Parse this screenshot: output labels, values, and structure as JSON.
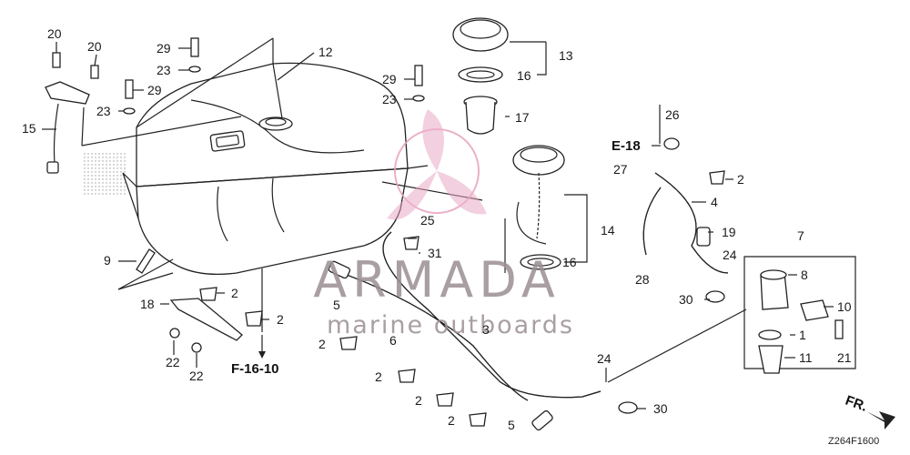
{
  "diagram": {
    "code": "Z264F1600",
    "refs": {
      "e18": "E-18",
      "f1610": "F-16-10",
      "fr": "FR."
    },
    "watermark": {
      "title": "ARMADA",
      "subtitle": "marine outboards",
      "color": "#e8a3c0"
    },
    "callouts": [
      {
        "id": "c20a",
        "label": "20"
      },
      {
        "id": "c20b",
        "label": "20"
      },
      {
        "id": "c29a",
        "label": "29"
      },
      {
        "id": "c23a",
        "label": "23"
      },
      {
        "id": "c12",
        "label": "12"
      },
      {
        "id": "c29b",
        "label": "29"
      },
      {
        "id": "c23b",
        "label": "23"
      },
      {
        "id": "c29c",
        "label": "29"
      },
      {
        "id": "c23c",
        "label": "23"
      },
      {
        "id": "c15",
        "label": "15"
      },
      {
        "id": "c13",
        "label": "13"
      },
      {
        "id": "c16a",
        "label": "16"
      },
      {
        "id": "c17",
        "label": "17"
      },
      {
        "id": "c26",
        "label": "26"
      },
      {
        "id": "c27",
        "label": "27"
      },
      {
        "id": "c2a",
        "label": "2"
      },
      {
        "id": "c4",
        "label": "4"
      },
      {
        "id": "c14",
        "label": "14"
      },
      {
        "id": "c19",
        "label": "19"
      },
      {
        "id": "c7",
        "label": "7"
      },
      {
        "id": "c24a",
        "label": "24"
      },
      {
        "id": "c8",
        "label": "8"
      },
      {
        "id": "c28",
        "label": "28"
      },
      {
        "id": "c16b",
        "label": "16"
      },
      {
        "id": "c25",
        "label": "25"
      },
      {
        "id": "c31",
        "label": "31"
      },
      {
        "id": "c9",
        "label": "9"
      },
      {
        "id": "c30a",
        "label": "30"
      },
      {
        "id": "c10",
        "label": "10"
      },
      {
        "id": "c2b",
        "label": "2"
      },
      {
        "id": "c18",
        "label": "18"
      },
      {
        "id": "c5a",
        "label": "5"
      },
      {
        "id": "c2c",
        "label": "2"
      },
      {
        "id": "c1",
        "label": "1"
      },
      {
        "id": "c21",
        "label": "21"
      },
      {
        "id": "c11",
        "label": "11"
      },
      {
        "id": "c3",
        "label": "3"
      },
      {
        "id": "c6",
        "label": "6"
      },
      {
        "id": "c2d",
        "label": "2"
      },
      {
        "id": "c22a",
        "label": "22"
      },
      {
        "id": "c22b",
        "label": "22"
      },
      {
        "id": "c24b",
        "label": "24"
      },
      {
        "id": "c2e",
        "label": "2"
      },
      {
        "id": "c2f",
        "label": "2"
      },
      {
        "id": "c30b",
        "label": "30"
      },
      {
        "id": "c2g",
        "label": "2"
      },
      {
        "id": "c5b",
        "label": "5"
      }
    ]
  }
}
